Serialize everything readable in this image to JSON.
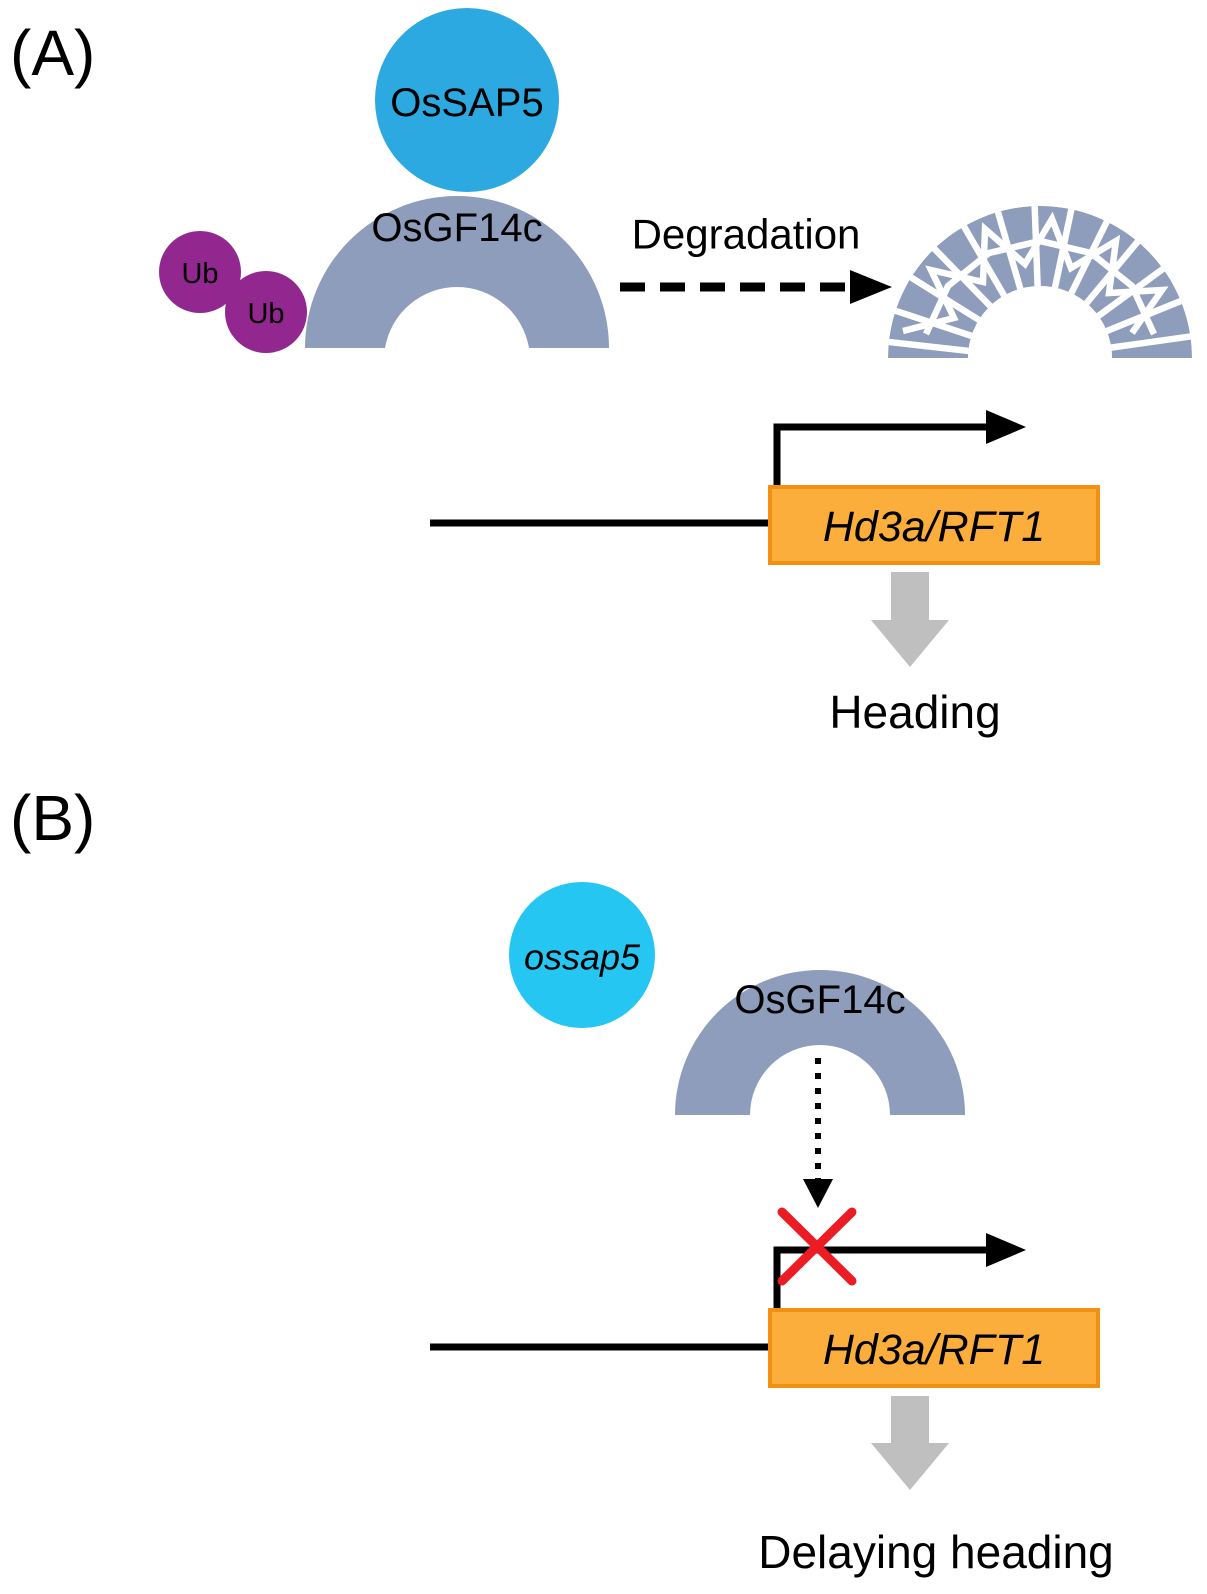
{
  "figure": {
    "panel_a": {
      "label": "(A)",
      "ossap5_label": "OsSAP5",
      "osgf14c_label": "OsGF14c",
      "ub1_label": "Ub",
      "ub2_label": "Ub",
      "degradation_label": "Degradation",
      "gene_label": "Hd3a/RFT1",
      "outcome_label": "Heading"
    },
    "panel_b": {
      "label": "(B)",
      "ossap5_label": "ossap5",
      "osgf14c_label": "OsGF14c",
      "gene_label": "Hd3a/RFT1",
      "outcome_label": "Delaying heading"
    }
  },
  "colors": {
    "background": "#FFFFFF",
    "line": "#000000",
    "ossap5_a": "#2BA9E0",
    "ossap5_b": "#26C6F2",
    "arch": "#8D9DBB",
    "ub": "#92278F",
    "gene_fill": "#FBAE3C",
    "gene_border": "#F29111",
    "gray_arrow": "#BFBFBF",
    "red_x": "#EC1C24"
  }
}
